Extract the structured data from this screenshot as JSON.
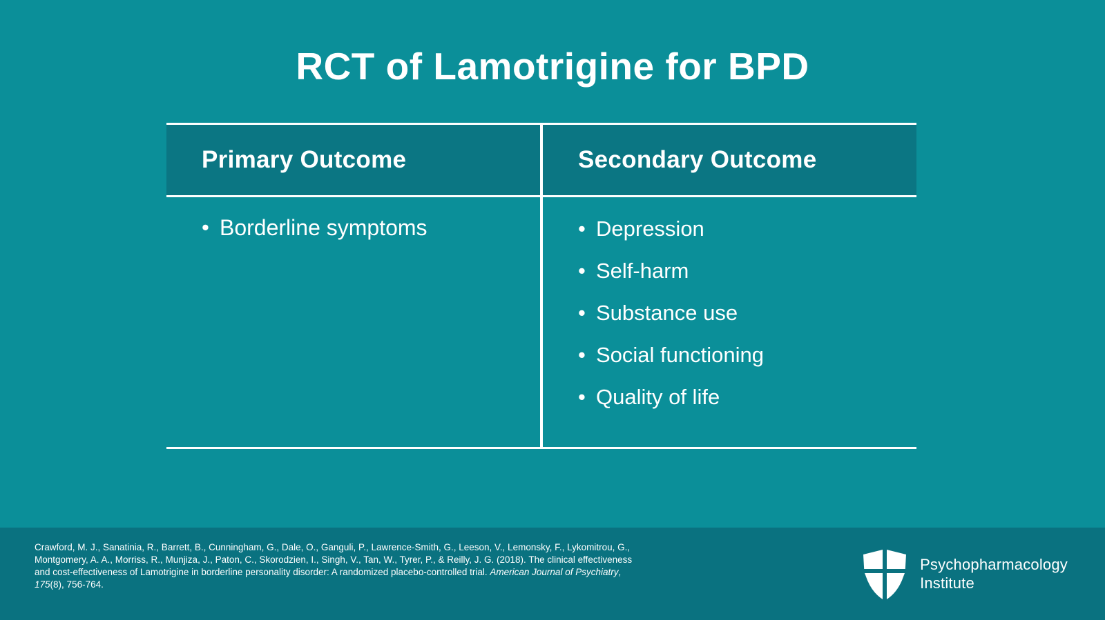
{
  "slide": {
    "title": "RCT of Lamotrigine for BPD",
    "background_color": "#0b8f99",
    "header_cell_color": "#0b7683",
    "footer_color": "#0a7280",
    "text_color": "#ffffff"
  },
  "table": {
    "columns": [
      {
        "header": "Primary Outcome",
        "items": [
          "Borderline symptoms"
        ]
      },
      {
        "header": "Secondary Outcome",
        "items": [
          "Depression",
          "Self-harm",
          "Substance use",
          "Social functioning",
          "Quality of life"
        ]
      }
    ],
    "bullet_glyph": "•"
  },
  "footer": {
    "citation": {
      "authors": "Crawford, M. J., Sanatinia, R., Barrett, B., Cunningham, G., Dale, O., Ganguli, P., Lawrence-Smith, G., Leeson, V., Lemonsky, F., Lykomitrou, G., Montgomery, A. A., Morriss, R., Munjiza, J., Paton, C., Skorodzien, I., Singh, V., Tan, W., Tyrer, P., & Reilly, J. G.",
      "year": "(2018).",
      "article_title": "The clinical effectiveness and cost-effectiveness of Lamotrigine in borderline personality disorder: A randomized placebo-controlled trial.",
      "journal": "American Journal of Psychiatry",
      "comma": ", ",
      "volume": "175",
      "issue": "(8), ",
      "pages": "756-764."
    },
    "brand": {
      "line1": "Psychopharmacology",
      "line2": "Institute",
      "logo_name": "shield-logo"
    }
  }
}
